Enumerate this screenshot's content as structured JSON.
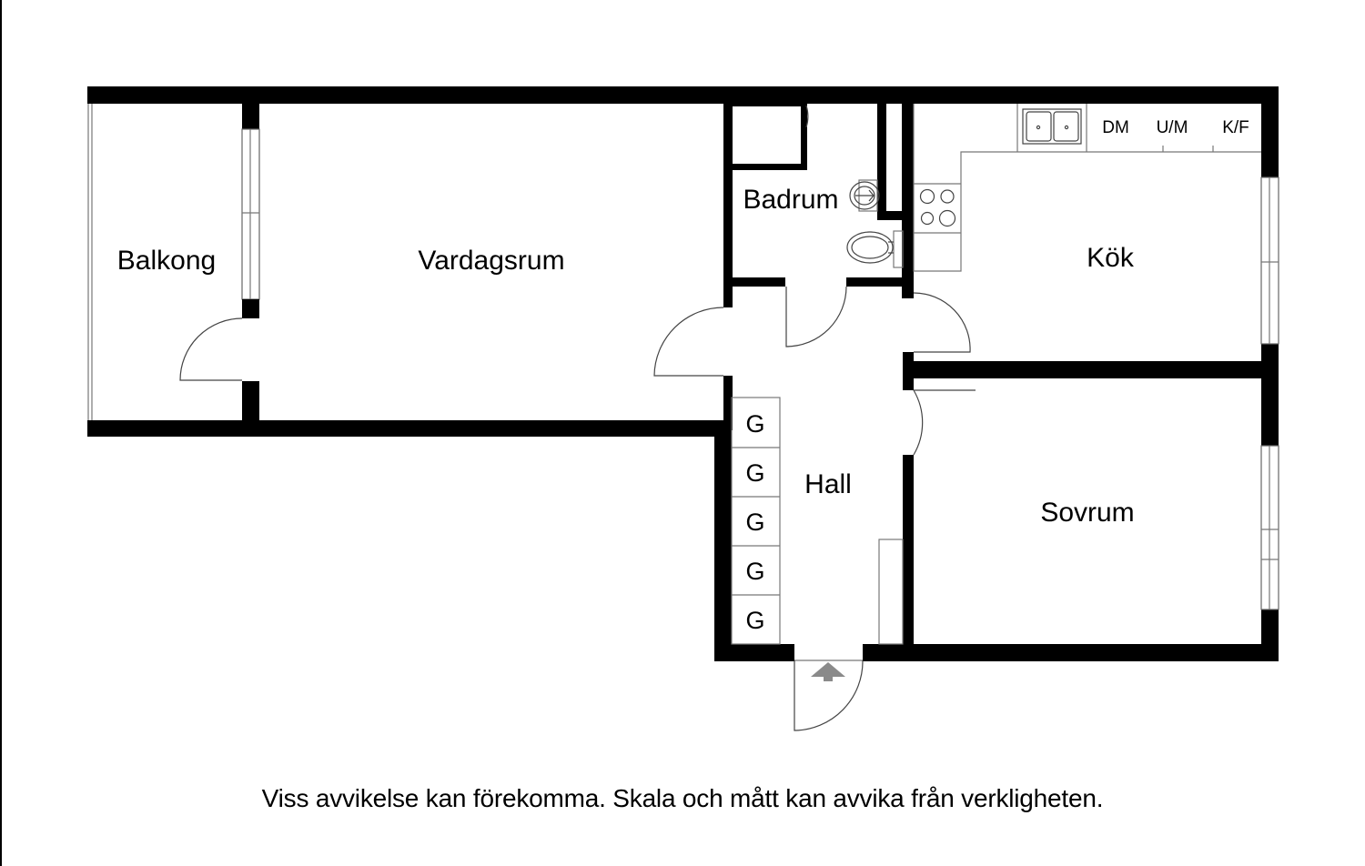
{
  "floorplan": {
    "rooms": {
      "balkong": "Balkong",
      "vardagsrum": "Vardagsrum",
      "badrum": "Badrum",
      "kok": "Kök",
      "hall": "Hall",
      "sovrum": "Sovrum"
    },
    "appliances": {
      "dishwasher": "DM",
      "oven_microwave": "U/M",
      "fridge_freezer": "K/F"
    },
    "wardrobes": [
      "G",
      "G",
      "G",
      "G",
      "G"
    ],
    "entrance_arrow_color": "#8a8a8a",
    "wall_color": "#000000"
  },
  "footer": {
    "disclaimer": "Viss avvikelse kan förekomma. Skala och mått kan avvika från verkligheten."
  }
}
